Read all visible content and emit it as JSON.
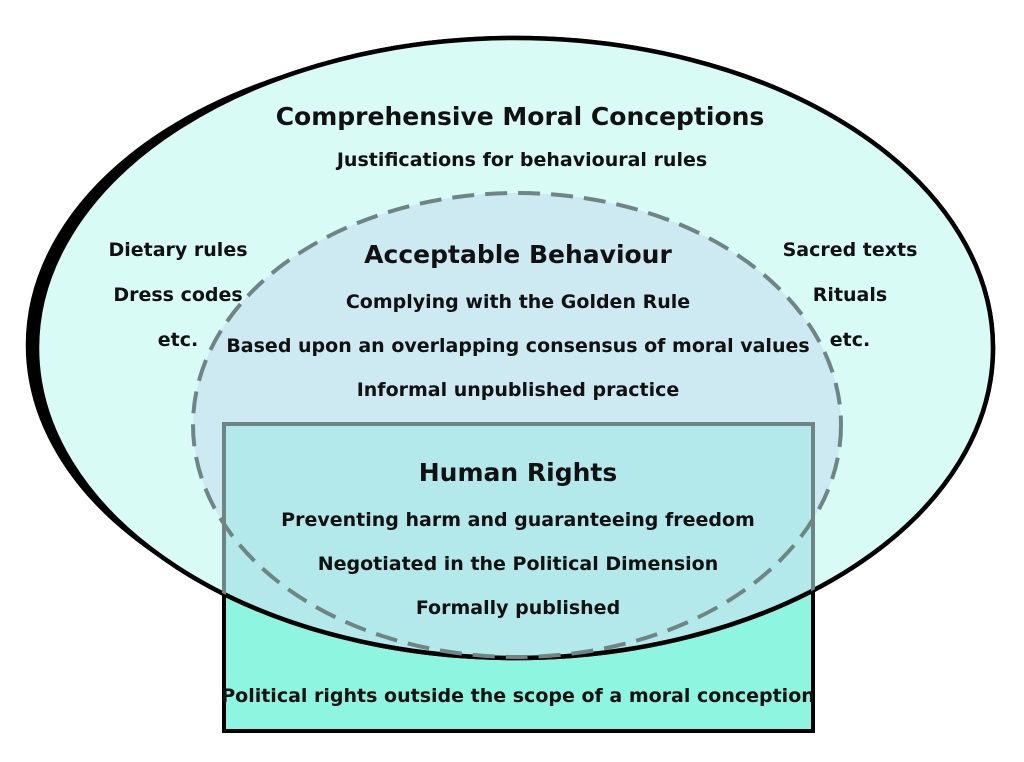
{
  "outer": {
    "title": "Comprehensive Moral Conceptions",
    "subtitle": "Justifications for behavioural rules",
    "left_items": [
      "Dietary rules",
      "Dress codes",
      "etc."
    ],
    "right_items": [
      "Sacred texts",
      "Rituals",
      "etc."
    ]
  },
  "middle": {
    "title": "Acceptable Behaviour",
    "lines": [
      "Complying with the Golden Rule",
      "Based upon an overlapping consensus of moral values",
      "Informal unpublished practice"
    ]
  },
  "inner": {
    "title": "Human Rights",
    "lines": [
      "Preventing harm and guaranteeing freedom",
      "Negotiated in the Political Dimension",
      "Formally published"
    ]
  },
  "bottom": {
    "label": "Political rights outside the scope of  a moral conception"
  },
  "colors": {
    "outer_fill": "#d8fbf6",
    "middle_fill": "#cde9f2",
    "overlap_fill": "#b3e9ea",
    "rect_fill": "#8ef5e0",
    "dash_stroke": "#6f8583",
    "rect_stroke": "#6f8583",
    "ink": "#000000"
  }
}
